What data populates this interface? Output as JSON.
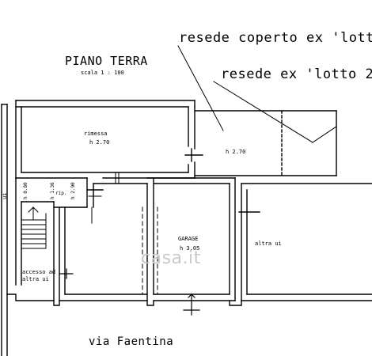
{
  "title": "PIANO TERRA",
  "scale": "scala 1 : 100",
  "callouts": {
    "covered_yard": "resede coperto ex 'lotto",
    "yard": "resede ex 'lotto 2"
  },
  "rooms": {
    "storage": {
      "name": "rimessa",
      "height": "h 2.70"
    },
    "yard_room": {
      "height": "h 2.70"
    },
    "garage": {
      "name": "GARAGE",
      "height": "h 3.05"
    },
    "other_unit_right": "altra ui",
    "other_unit_left": "ui",
    "entrance": "accesso ad altra ui",
    "small_heights": [
      "h 0.80",
      "h 1.36",
      "h 2.90"
    ],
    "wc_label": "rip."
  },
  "street": "via Faentina",
  "watermark": "casa.it"
}
